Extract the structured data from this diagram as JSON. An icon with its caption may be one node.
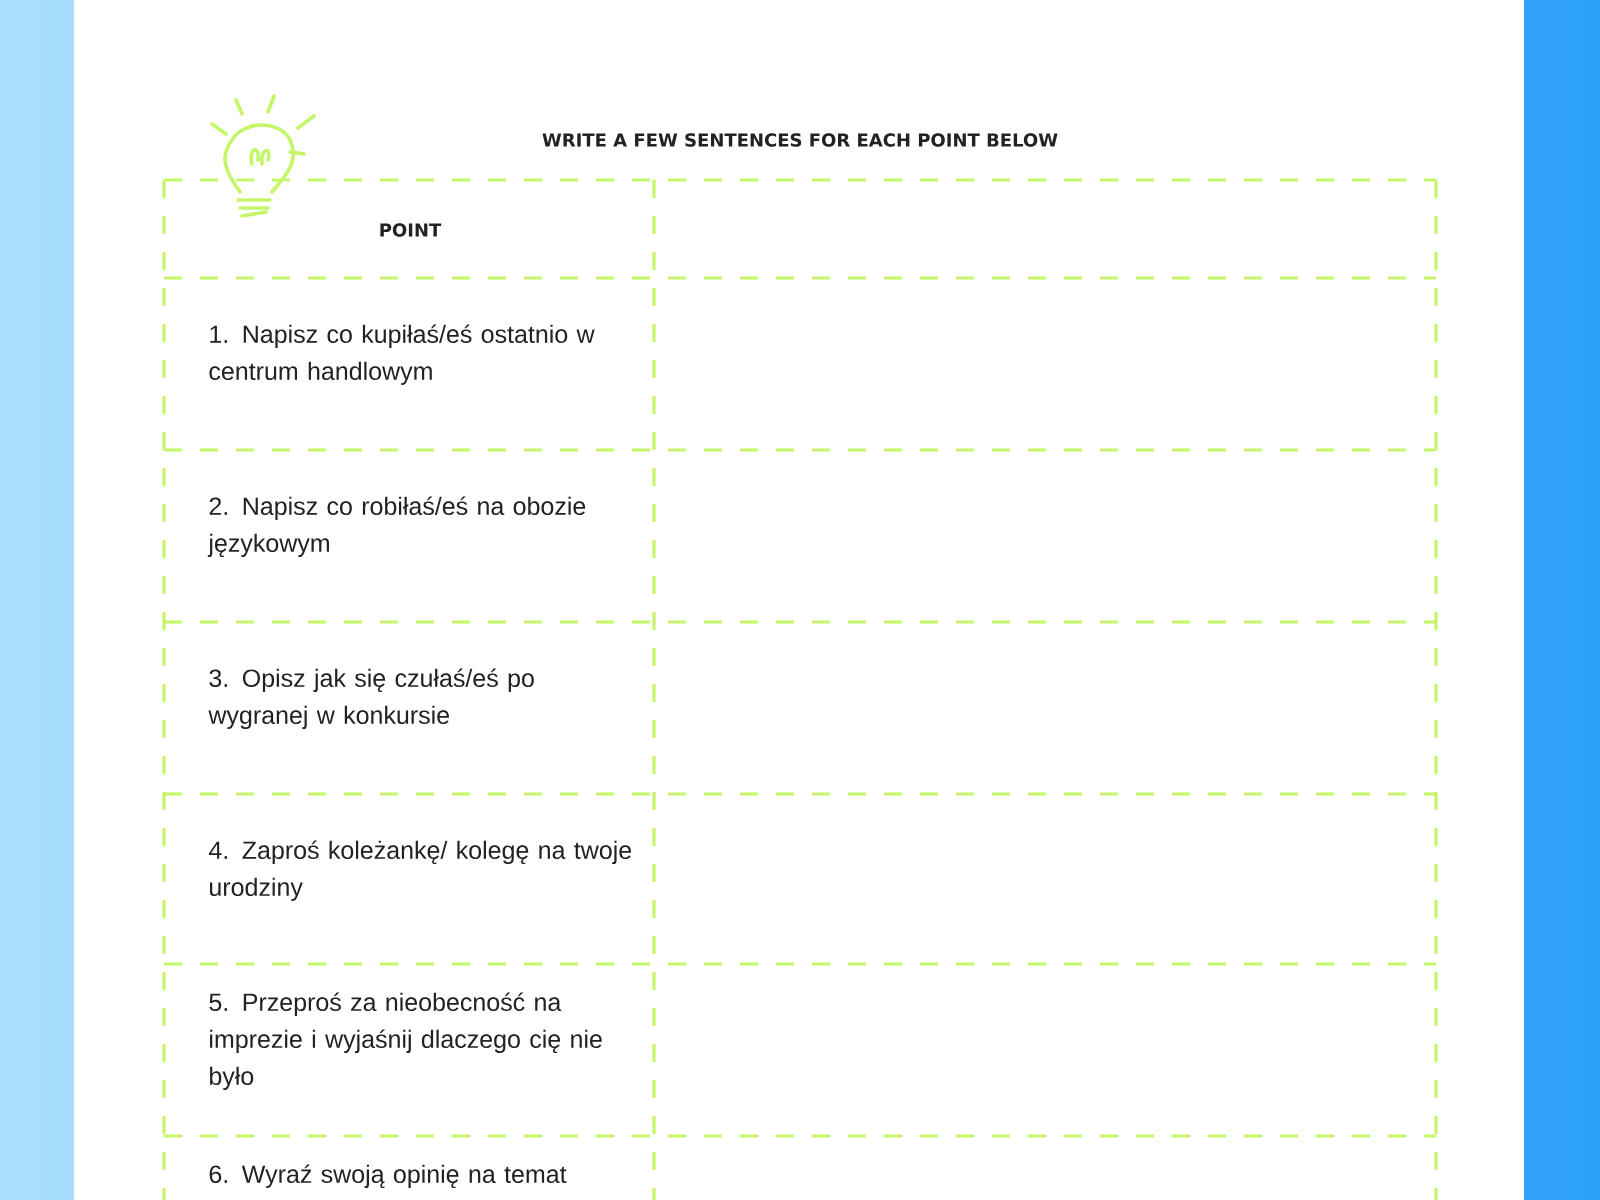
{
  "diagram": {
    "title": "WRITE A FEW SENTENCES FOR EACH POINT BELOW",
    "labels": [
      "POINT",
      "1. Napisz co kupiłaś/eś ostatnio w centrum handlowym",
      "2. Napisz co robiłaś/eś na obozie językowym",
      "3. Opisz jak się czułaś/eś po wygranej w konkursie",
      "4. Zaproś koleżankę/ kolegę na twoje urodziny",
      "5. Przeproś za nieobecność na imprezie i wyjaśnij dlaczego cię nie było",
      "6. Wyraź swoją opinię na temat"
    ]
  }
}
